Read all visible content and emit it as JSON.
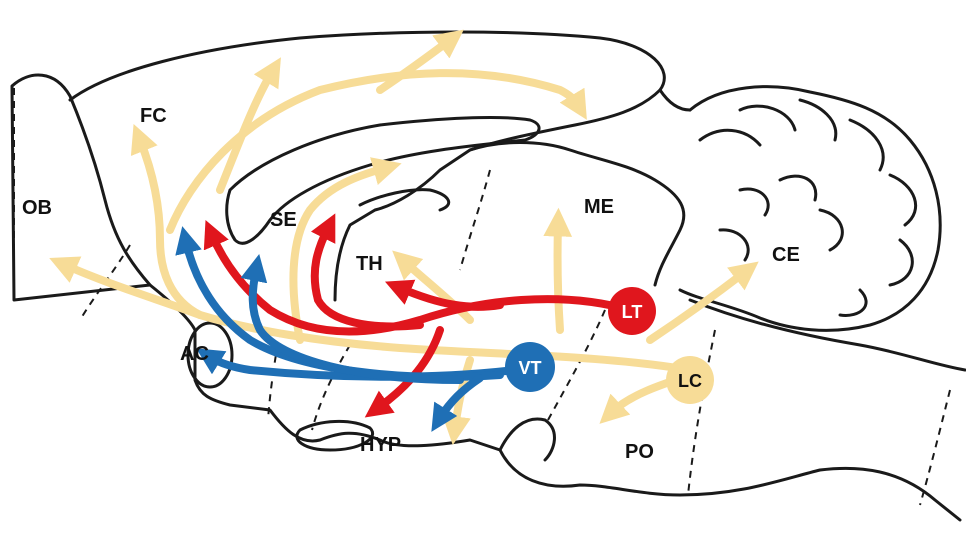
{
  "regions": {
    "ob": "OB",
    "fc": "FC",
    "se": "SE",
    "th": "TH",
    "me": "ME",
    "ce": "CE",
    "ac": "AC",
    "hyp": "HYP",
    "po": "PO"
  },
  "nodes": {
    "lt": {
      "label": "LT",
      "color": "#e0161d"
    },
    "vt": {
      "label": "VT",
      "color": "#1f6fb5"
    },
    "lc": {
      "label": "LC",
      "color": "#f7dc97"
    }
  },
  "colors": {
    "outline": "#1a1a1a",
    "red_pathway": "#e0161d",
    "blue_pathway": "#1f6fb5",
    "yellow_pathway": "#f7dc97"
  }
}
